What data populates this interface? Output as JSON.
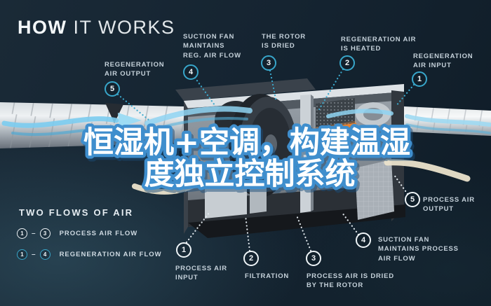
{
  "title": {
    "bold": "HOW",
    "rest": " IT WORKS"
  },
  "overlay_title": {
    "line1": "恒湿机+空调，构建温湿",
    "line2": "度独立控制系统"
  },
  "legend": {
    "title": "TWO FLOWS OF AIR",
    "rows": [
      {
        "start": "1",
        "sep": "–",
        "end": "3",
        "label": "PROCESS AIR FLOW"
      },
      {
        "start": "1",
        "sep": "–",
        "end": "4",
        "label": "REGENERATION AIR FLOW"
      }
    ]
  },
  "callouts": {
    "reg_air_output": {
      "num": "5",
      "label": "REGENERATION\nAIR OUTPUT"
    },
    "suction_fan_reg": {
      "num": "4",
      "label": "SUCTION FAN\nMAINTAINS\nREG. AIR FLOW"
    },
    "rotor_dried": {
      "num": "3",
      "label": "THE ROTOR\nIS DRIED"
    },
    "reg_air_heated": {
      "num": "2",
      "label": "REGENERATION AIR\nIS HEATED"
    },
    "reg_air_input": {
      "num": "1",
      "label": "REGENERATION\nAIR INPUT"
    },
    "process_air_input": {
      "num": "1",
      "label": "PROCESS AIR\nINPUT"
    },
    "filtration": {
      "num": "2",
      "label": "FILTRATION"
    },
    "process_air_dried": {
      "num": "3",
      "label": "PROCESS AIR IS DRIED\nBY THE ROTOR"
    },
    "suction_fan_process": {
      "num": "4",
      "label": "SUCTION FAN\nMAINTAINS PROCESS\nAIR FLOW"
    },
    "process_air_output": {
      "num": "5",
      "label": "PROCESS AIR\nOUTPUT"
    }
  },
  "colors": {
    "background": "#152431",
    "accent_cyan": "#38a6ca",
    "label_text": "#c5d1da",
    "overlay_fill": "#ffffff",
    "overlay_stroke": "#3f8ecd",
    "flow_blue": "#7bccf0",
    "heater_orange": "#e8802e",
    "cream_flow": "#ebe3cb"
  }
}
